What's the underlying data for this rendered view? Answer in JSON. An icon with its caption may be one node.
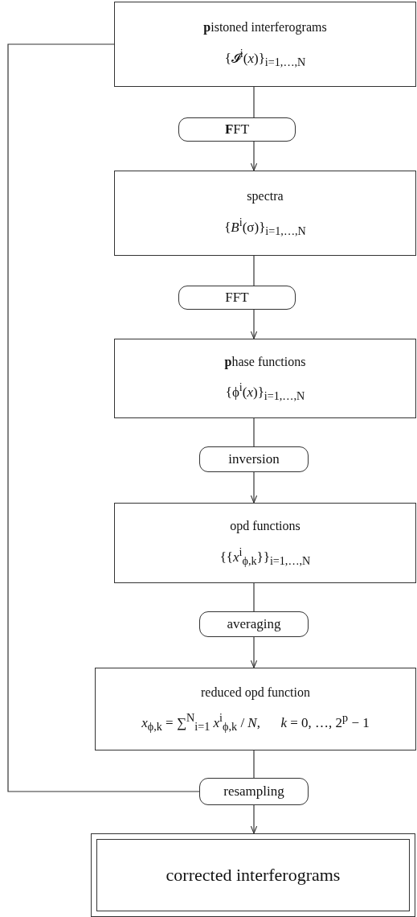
{
  "diagram": {
    "nodes": [
      {
        "text": [
          "**p**istoned interferograms",
          "{𝓘$^{i}$(*x*)}$_{i=1,…,N}$"
        ]
      },
      {
        "text": [
          "**F**FT"
        ]
      },
      {
        "text": [
          "spectra",
          "{*B*$^{i}$(σ)}$_{i=1,…,N}$"
        ]
      },
      {
        "text": [
          "FFT"
        ]
      },
      {
        "text": [
          "**p**hase functions",
          "{ϕ$^{i}$(*x*)}$_{i=1,…,N}$"
        ]
      },
      {
        "text": [
          "inversion"
        ]
      },
      {
        "text": [
          "opd functions",
          "{{*x*$^{i}$$_{ϕ,k}$}}$_{i=1,…,N}$"
        ]
      },
      {
        "text": [
          "averaging"
        ]
      },
      {
        "text": [
          "reduced opd function",
          "*x*$_{ϕ,k}$ = ∑$^{N}$$_{i=1}$ *x*$^{i}$$_{ϕ,k}$ / *N*,      *k* = 0, …, 2$^{p}$ − 1"
        ]
      },
      {
        "text": [
          "resampling"
        ]
      },
      {
        "text": [
          "corrected interferograms"
        ]
      }
    ],
    "edges": [
      {
        "from": 0,
        "to": 1,
        "arrow": "none"
      },
      {
        "from": 1,
        "to": 2,
        "arrow": "to"
      },
      {
        "from": 2,
        "to": 3,
        "arrow": "none"
      },
      {
        "from": 3,
        "to": 4,
        "arrow": "to"
      },
      {
        "from": 4,
        "to": 5,
        "arrow": "none"
      },
      {
        "from": 5,
        "to": 6,
        "arrow": "to"
      },
      {
        "from": 6,
        "to": 7,
        "arrow": "none"
      },
      {
        "from": 7,
        "to": 8,
        "arrow": "to"
      },
      {
        "from": 8,
        "to": 9,
        "arrow": "none"
      },
      {
        "from": 0,
        "to": 9,
        "arrow": "none"
      },
      {
        "from": 9,
        "to": 10,
        "arrow": "to"
      }
    ]
  }
}
